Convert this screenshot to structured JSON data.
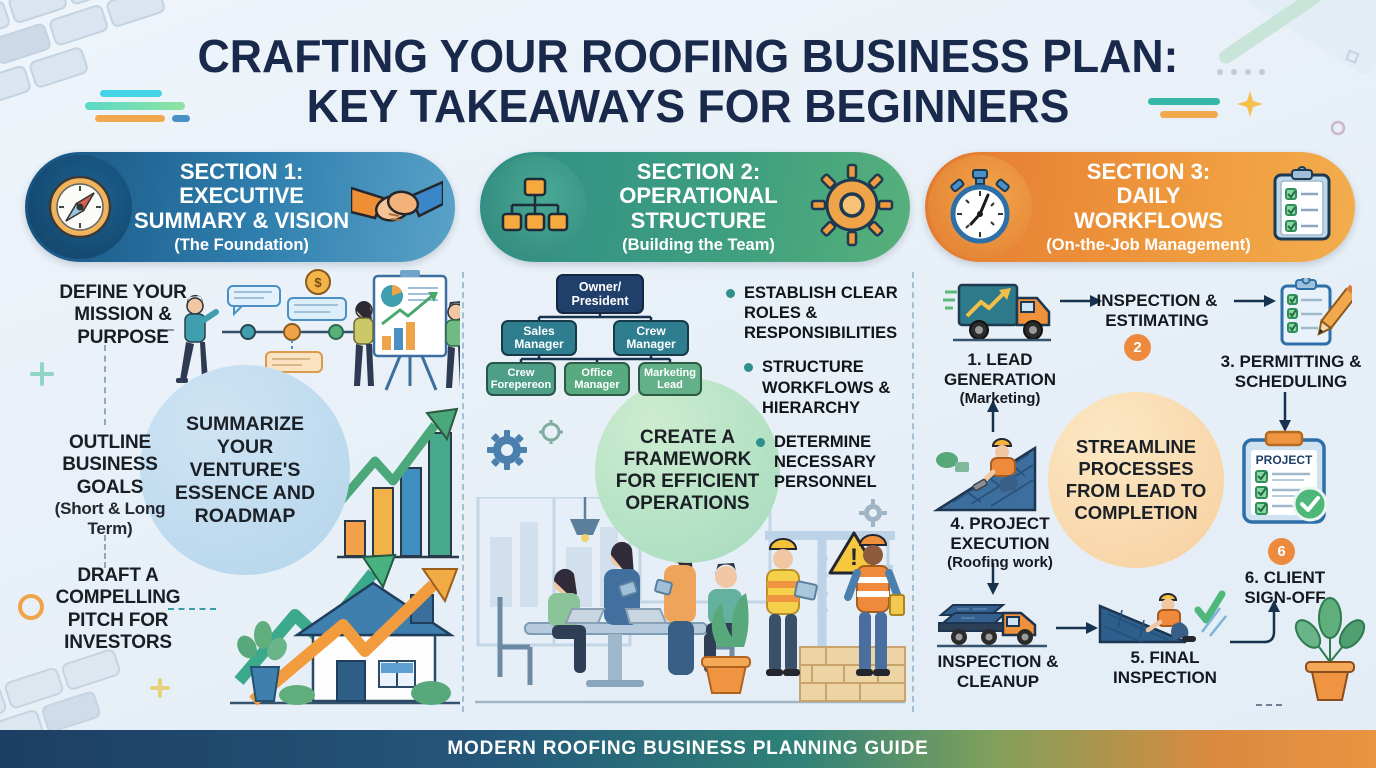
{
  "title": {
    "line1": "CRAFTING YOUR ROOFING BUSINESS PLAN:",
    "line2": "KEY TAKEAWAYS FOR BEGINNERS"
  },
  "sections": [
    {
      "kicker": "SECTION 1:",
      "line2": "EXECUTIVE",
      "line3": "SUMMARY & VISION",
      "subtitle": "(The Foundation)"
    },
    {
      "kicker": "SECTION 2:",
      "line2": "OPERATIONAL",
      "line3": "STRUCTURE",
      "subtitle": "(Building the Team)"
    },
    {
      "kicker": "SECTION 3:",
      "line2": "DAILY",
      "line3": "WORKFLOWS",
      "subtitle": "(On-the-Job Management)"
    }
  ],
  "s1": {
    "item_mission": "DEFINE YOUR MISSION & PURPOSE",
    "item_goals": "OUTLINE BUSINESS GOALS",
    "item_goals_sub": "(Short & Long Term)",
    "item_pitch": "DRAFT A COMPELLING PITCH FOR INVESTORS",
    "circle": "SUMMARIZE YOUR VENTURE'S ESSENCE AND ROADMAP"
  },
  "s2": {
    "org": {
      "root_line1": "Owner/",
      "root_line2": "President",
      "level2": [
        "Sales Manager",
        "Crew Manager"
      ],
      "level3": [
        "Crew Forepereon",
        "Office Manager",
        "Marketing Lead"
      ]
    },
    "bullets": [
      "ESTABLISH CLEAR ROLES & RESPONSIBILITIES",
      "STRUCTURE WORKFLOWS & HIERARCHY",
      "DETERMINE NECESSARY PERSONNEL"
    ],
    "circle": "CREATE A FRAMEWORK FOR EFFICIENT OPERATIONS"
  },
  "s3": {
    "step1": "1. LEAD GENERATION",
    "step1_sub": "(Marketing)",
    "step2": "INSPECTION & ESTIMATING",
    "step2_badge": "2",
    "step3": "3. PERMITTING & SCHEDULING",
    "step4": "4. PROJECT EXECUTION",
    "step4_sub": "(Roofing work)",
    "cleanup": "INSPECTION & CLEANUP",
    "step5": "5. FINAL INSPECTION",
    "step6": "6. CLIENT SIGN-OFF",
    "step6_badge": "6",
    "project_label": "PROJECT",
    "circle": "STREAMLINE PROCESSES FROM LEAD TO COMPLETION"
  },
  "footer": {
    "text": "MODERN ROOFING BUSINESS PLANNING GUIDE"
  },
  "icons": {
    "section1_left": "compass-icon",
    "section1_right": "handshake-icon",
    "section2_left": "org-chart-icon",
    "section2_right": "gear-icon",
    "section3_left": "stopwatch-icon",
    "section3_right": "checklist-icon",
    "workflow": [
      "truck-icon",
      "clipboard-pencil-icon",
      "project-clipboard-icon",
      "roofer-icon",
      "cleanup-truck-icon",
      "final-inspection-icon",
      "plant-icon"
    ]
  },
  "colors": {
    "title_navy": "#19294b",
    "pill1_blue": "#2f7fae",
    "pill2_green": "#3f9f7f",
    "pill3_orange": "#ef9a3e",
    "bullet_teal": "#2f8f8a",
    "badge_orange": "#ee8a3d",
    "circle1_blue": "#bcd9ee",
    "circle2_green": "#b9e0c8",
    "circle3_peach": "#f8dcab"
  }
}
